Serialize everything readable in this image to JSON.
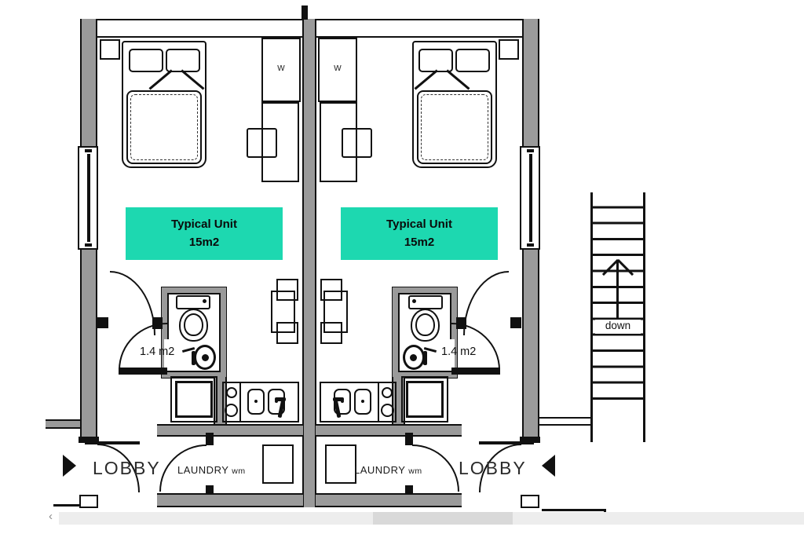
{
  "labels": {
    "unit_name": "Typical Unit",
    "unit_area": "15m2",
    "bath_area": "1.4 m2",
    "wardrobe": "w",
    "laundry": "LAUNDRY",
    "washer": "wm",
    "lobby": "LOBBY",
    "stair_direction": "down"
  },
  "scrollbar": {
    "left_chevron": "‹"
  },
  "colors": {
    "teal": "#1dd8b0",
    "wall": "#9a9a9a",
    "ink": "#111111",
    "scroll_track": "#ededed",
    "scroll_thumb": "#d9d9d9"
  }
}
